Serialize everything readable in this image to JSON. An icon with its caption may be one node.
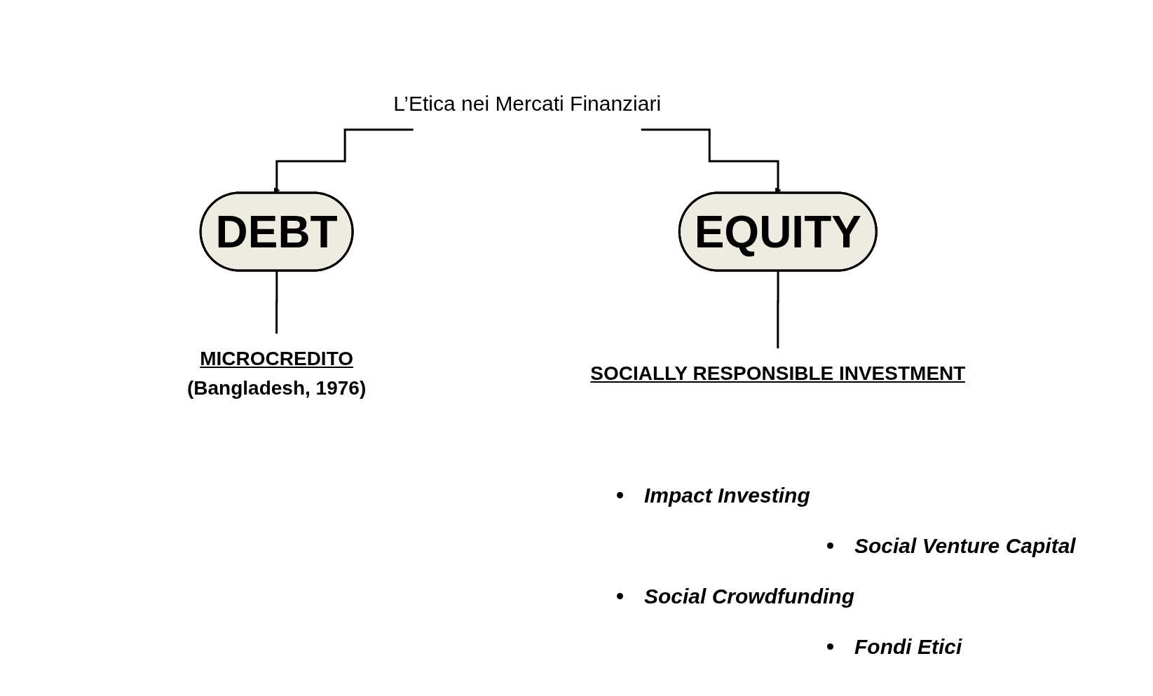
{
  "diagram": {
    "nodes": [
      {
        "text": [
          "L’Etica nei Mercati Finanziari"
        ]
      },
      {
        "text": [
          "DEBT"
        ]
      },
      {
        "text": [
          "EQUITY"
        ]
      },
      {
        "text": [
          "MICROCREDITO"
        ],
        "beside": [
          "(Bangladesh, 1976)"
        ]
      },
      {
        "text": [
          "SOCIALLY RESPONSIBLE INVESTMENT"
        ]
      }
    ],
    "edges": [
      {
        "from": 0,
        "to": 1,
        "arrow": "to"
      },
      {
        "from": 0,
        "to": 2,
        "arrow": "to"
      },
      {
        "from": 1,
        "to": 3,
        "arrow": "none"
      },
      {
        "from": 2,
        "to": 4,
        "arrow": "none"
      }
    ],
    "labels": [
      "Impact Investing",
      "Social Venture Capital",
      "Social Crowdfunding",
      "Fondi Etici"
    ]
  }
}
